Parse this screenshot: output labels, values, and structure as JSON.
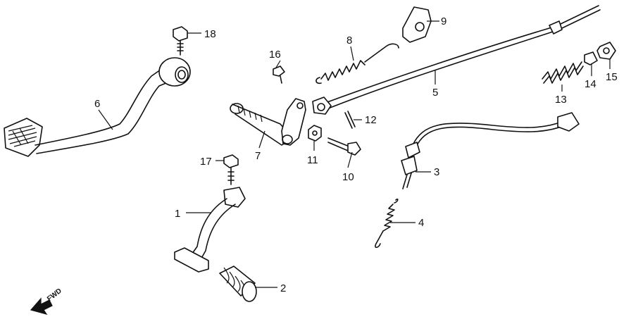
{
  "diagram": {
    "callouts": {
      "c1": "1",
      "c2": "2",
      "c3": "3",
      "c4": "4",
      "c5": "5",
      "c6": "6",
      "c7": "7",
      "c8": "8",
      "c9": "9",
      "c10": "10",
      "c11": "11",
      "c12": "12",
      "c13": "13",
      "c14": "14",
      "c15": "15",
      "c16": "16",
      "c17": "17",
      "c18": "18"
    },
    "fwd_label": "FWD",
    "colors": {
      "ink": "#111111",
      "paper": "#ffffff"
    }
  }
}
